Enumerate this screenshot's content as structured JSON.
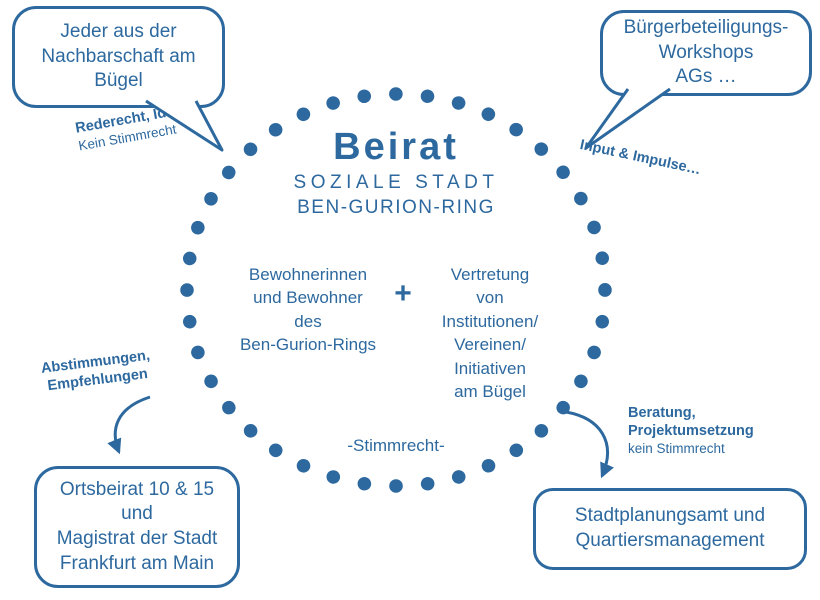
{
  "colors": {
    "primary": "#2d699f"
  },
  "center": {
    "title": "Beirat",
    "subtitle_line1": "SOZIALE STADT",
    "subtitle_line2": "BEN-GURION-RING",
    "left_group": "Bewohnerinnen\nund Bewohner\ndes\nBen-Gurion-Rings",
    "plus_sign": "+",
    "right_group": "Vertretung\nvon\nInstitutionen/\nVereinen/\nInitiativen\nam Bügel",
    "voting_note": "-Stimmrecht-"
  },
  "bubbles": {
    "top_left": {
      "text": "Jeder aus der\nNachbarschaft am\nBügel"
    },
    "top_right": {
      "text": "Bürgerbeteiligungs-\nWorkshops\nAGs …"
    },
    "bottom_left": {
      "text": "Ortsbeirat 10 & 15\nund\nMagistrat der Stadt\nFrankfurt am Main"
    },
    "bottom_right": {
      "text": "Stadtplanungsamt und\nQuartiersmanagement"
    }
  },
  "labels": {
    "top_left": {
      "bold": "Rederecht, Ideen",
      "normal": "Kein Stimmrecht"
    },
    "top_right": {
      "bold": "Input & Impulse…"
    },
    "middle_left": {
      "bold": "Abstimmungen,\nEmpfehlungen"
    },
    "middle_right": {
      "bold": "Beratung,\nProjektumsetzung",
      "normal": "kein Stimmrecht"
    }
  }
}
